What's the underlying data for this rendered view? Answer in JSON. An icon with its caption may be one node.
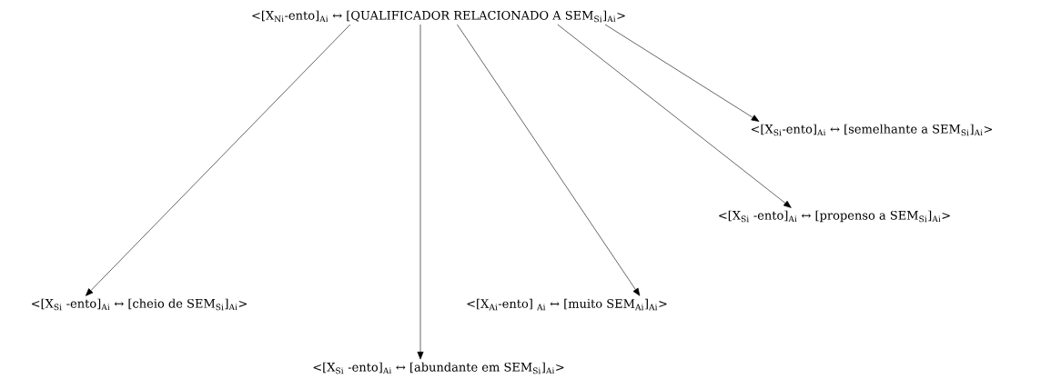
{
  "diagram": {
    "nodes": [
      {
        "text": [
          "<[X$_{Ni}$-ento]$_{Ai}$ ↔ [QUALIFICADOR RELACIONADO A SEM$_{Si}$]$_{Ai}$>"
        ]
      },
      {
        "text": [
          "<[X$_{Si}$-ento]$_{Ai}$ ↔ [semelhante a SEM$_{Si}$]$_{Ai}$>"
        ]
      },
      {
        "text": [
          "<[X$_{Si}$ -ento]$_{Ai}$ ↔ [propenso a SEM$_{Si}$]$_{Ai}$>"
        ]
      },
      {
        "text": [
          "<[X$_{Si}$ -ento]$_{Ai}$ ↔ [cheio de SEM$_{Si}$]$_{Ai}$>"
        ]
      },
      {
        "text": [
          "<[X$_{Ai}$-ento] $_{Ai}$ ↔ [muito SEM$_{Ai}$]$_{Ai}$>"
        ]
      },
      {
        "text": [
          "<[X$_{Si}$ -ento]$_{Ai}$ ↔ [abundante em SEM$_{Si}$]$_{Ai}$>"
        ]
      }
    ],
    "edges": [
      {
        "from": 0,
        "to": 3,
        "arrow": "to"
      },
      {
        "from": 0,
        "to": 5,
        "arrow": "to"
      },
      {
        "from": 0,
        "to": 4,
        "arrow": "to"
      },
      {
        "from": 0,
        "to": 2,
        "arrow": "to"
      },
      {
        "from": 0,
        "to": 1,
        "arrow": "to"
      }
    ]
  }
}
